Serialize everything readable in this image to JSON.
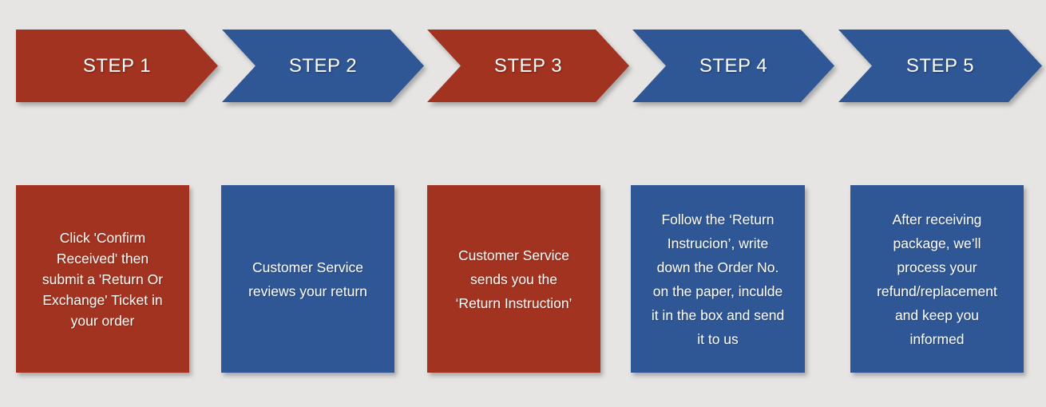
{
  "diagram": {
    "background_color": "#E6E5E4",
    "colors": {
      "red": "#A23320",
      "blue": "#2F5796",
      "text": "#FFFFFF"
    },
    "steps": [
      {
        "label": "STEP 1",
        "color_name": "red",
        "description": "Click 'Confirm\nReceived' then\nsubmit a 'Return Or\nExchange' Ticket in\nyour order"
      },
      {
        "label": "STEP 2",
        "color_name": "blue",
        "description": "Customer Service\nreviews your return"
      },
      {
        "label": "STEP 3",
        "color_name": "red",
        "description": "Customer Service\nsends you the\n‘Return Instruction’"
      },
      {
        "label": "STEP 4",
        "color_name": "blue",
        "description": "Follow the ‘Return\nInstrucion’, write\ndown the Order No.\non the paper, inculde\nit in the box and send\nit to us"
      },
      {
        "label": "STEP 5",
        "color_name": "blue",
        "description": "After receiving\npackage, we’ll\nprocess your\nrefund/replacement\nand keep you\ninformed"
      }
    ]
  }
}
